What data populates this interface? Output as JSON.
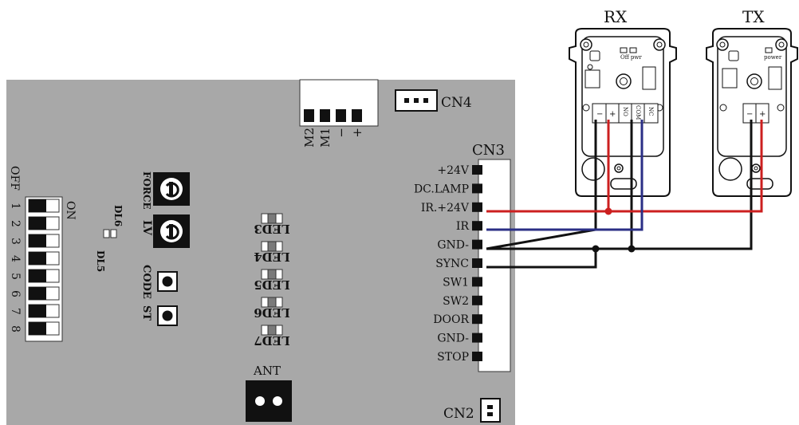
{
  "board": {
    "connectors": {
      "cn4": "CN4",
      "cn3": "CN3",
      "cn2": "CN2",
      "ant": "ANT",
      "motor_terminals": [
        "M2",
        "M1",
        "−",
        "+"
      ]
    },
    "dip_switch": {
      "off_label": "OFF",
      "on_label": "ON",
      "numbers": [
        "1",
        "2",
        "3",
        "4",
        "5",
        "6",
        "7",
        "8"
      ]
    },
    "trimmers": {
      "force": "FORCE",
      "lv": "LV"
    },
    "buttons": {
      "code": "CODE",
      "st": "ST"
    },
    "small_leds": {
      "dl6": "DL6",
      "dl5": "DL5"
    },
    "leds": [
      "LED3",
      "LED4",
      "LED5",
      "LED6",
      "LED7"
    ],
    "cn3_pins": [
      "+24V",
      "DC.LAMP",
      "IR.+24V",
      "IR",
      "GND-",
      "SYNC",
      "SW1",
      "SW2",
      "DOOR",
      "GND-",
      "STOP"
    ]
  },
  "photocells": {
    "rx": {
      "title": "RX",
      "terminals": [
        "−",
        "+",
        "NO",
        "COM",
        "NC"
      ],
      "indicators": "Off pwr"
    },
    "tx": {
      "title": "TX",
      "terminals": [
        "−",
        "+"
      ],
      "indicators": "power"
    }
  },
  "colors": {
    "board": "#a8a8a8",
    "wire_red": "#cc1f1f",
    "wire_blue": "#2b2f86",
    "wire_black": "#111111"
  }
}
